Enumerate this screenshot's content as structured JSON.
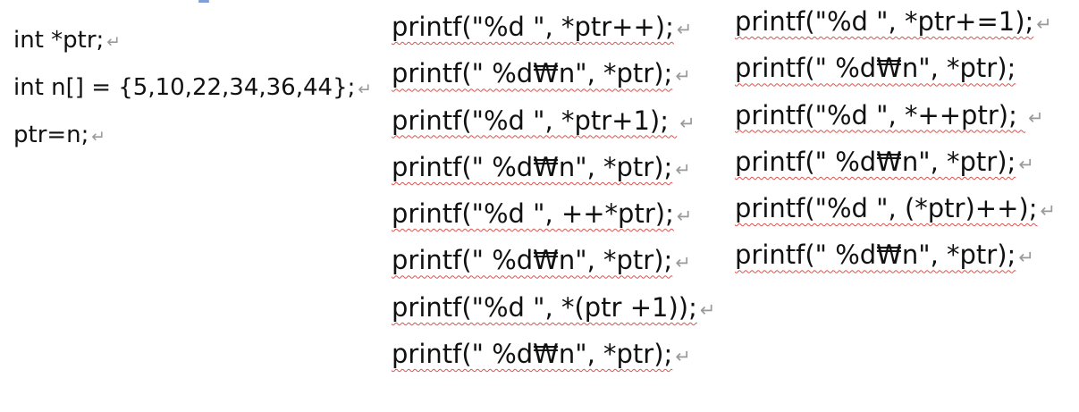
{
  "declarations": {
    "lines": [
      {
        "code": "int *ptr;",
        "mark": "↵"
      },
      {
        "code": "int n[] = {5,10,22,34,36,44};",
        "mark": "↵"
      },
      {
        "code": "ptr=n;",
        "mark": "↵"
      }
    ]
  },
  "column_middle": {
    "lines": [
      {
        "code": "printf(\"%d \", *ptr++);",
        "mark": "↵"
      },
      {
        "code": "printf(\" %d₩n\", *ptr);",
        "mark": "↵"
      },
      {
        "code": "printf(\"%d \", *ptr+1); ",
        "mark": "↵"
      },
      {
        "code": "printf(\" %d₩n\", *ptr);",
        "mark": "↵"
      },
      {
        "code": "printf(\"%d \", ++*ptr);",
        "mark": "↵"
      },
      {
        "code": "printf(\" %d₩n\", *ptr);",
        "mark": "↵"
      },
      {
        "code": "printf(\"%d \", *(ptr +1));",
        "mark": "↵"
      },
      {
        "code": "printf(\" %d₩n\", *ptr);",
        "mark": "↵"
      }
    ]
  },
  "column_right": {
    "lines": [
      {
        "code": "printf(\"%d \", *ptr+=1);",
        "mark": "↵"
      },
      {
        "code": "printf(\" %d₩n\", *ptr);",
        "mark": ""
      },
      {
        "code": "printf(\"%d \", *++ptr); ",
        "mark": "↵"
      },
      {
        "code": "printf(\" %d₩n\", *ptr);",
        "mark": "↵"
      },
      {
        "code": "printf(\"%d \", (*ptr)++);",
        "mark": "↵"
      },
      {
        "code": "printf(\" %d₩n\", *ptr);",
        "mark": "↵"
      }
    ]
  }
}
